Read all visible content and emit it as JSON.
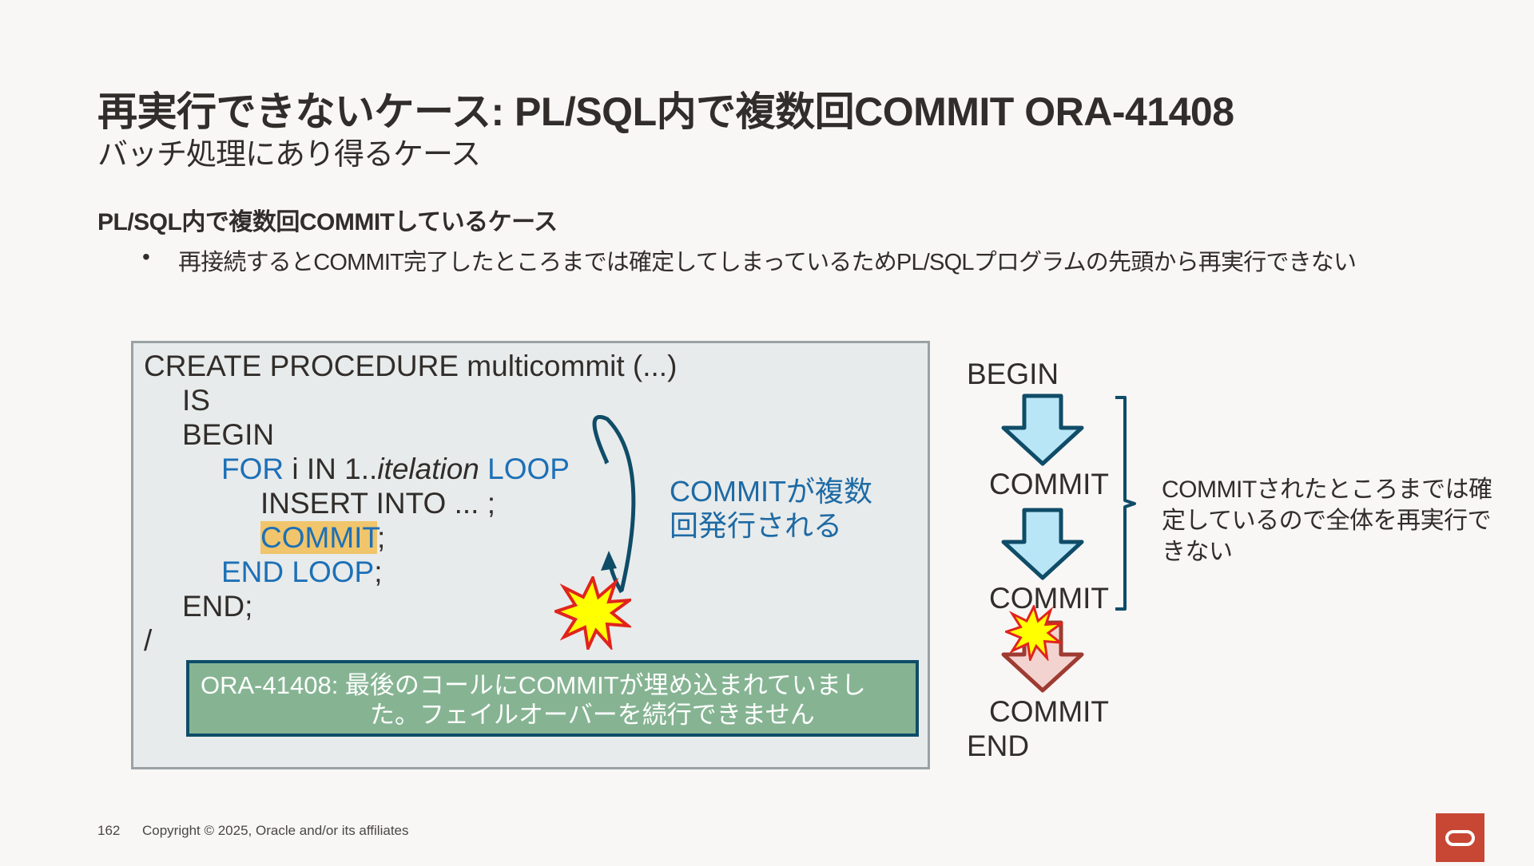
{
  "title": "再実行できないケース: PL/SQL内で複数回COMMIT ORA-41408",
  "subtitle": "バッチ処理にあり得るケース",
  "section_heading": "PL/SQL内で複数回COMMITしているケース",
  "bullet": {
    "marker": "•",
    "text": "再接続するとCOMMIT完了したところまでは確定してしまっているためPL/SQLプログラムの先頭から再実行できない"
  },
  "code": {
    "line1": "CREATE PROCEDURE multicommit (...)",
    "line2": "IS",
    "line3": "BEGIN",
    "for_kw": "FOR",
    "for_mid": " i IN 1..",
    "for_var": "itelation",
    "loop_kw": " LOOP",
    "line5": "INSERT INTO ... ;",
    "commit_kw": "COMMIT",
    "semicolon": ";",
    "end_loop_kw": "END LOOP",
    "line8": "END;",
    "line9": "/"
  },
  "loop_note": {
    "line1": "COMMITが複数",
    "line2": "回発行される"
  },
  "error": {
    "line1": "ORA-41408: 最後のコールにCOMMITが埋め込まれていまし",
    "line2": "た。フェイルオーバーを続行できません"
  },
  "flow": {
    "begin": "BEGIN",
    "commit1": "COMMIT",
    "commit2": "COMMIT",
    "commit3": "COMMIT",
    "end": "END",
    "note": "COMMITされたところまでは確定しているので全体を再実行できない"
  },
  "footer": {
    "page_number": "162",
    "copyright": "Copyright © 2025, Oracle and/or its affiliates"
  },
  "colors": {
    "keyword": "#1d70b7",
    "highlight": "#f0c56b",
    "error_fill": "#86b493",
    "error_border": "#0f4c68",
    "arrow_blue": "#b9e6f6",
    "arrow_red": "#f3d3cf",
    "burst": "#ffff00",
    "oracle_red": "#c74634"
  }
}
